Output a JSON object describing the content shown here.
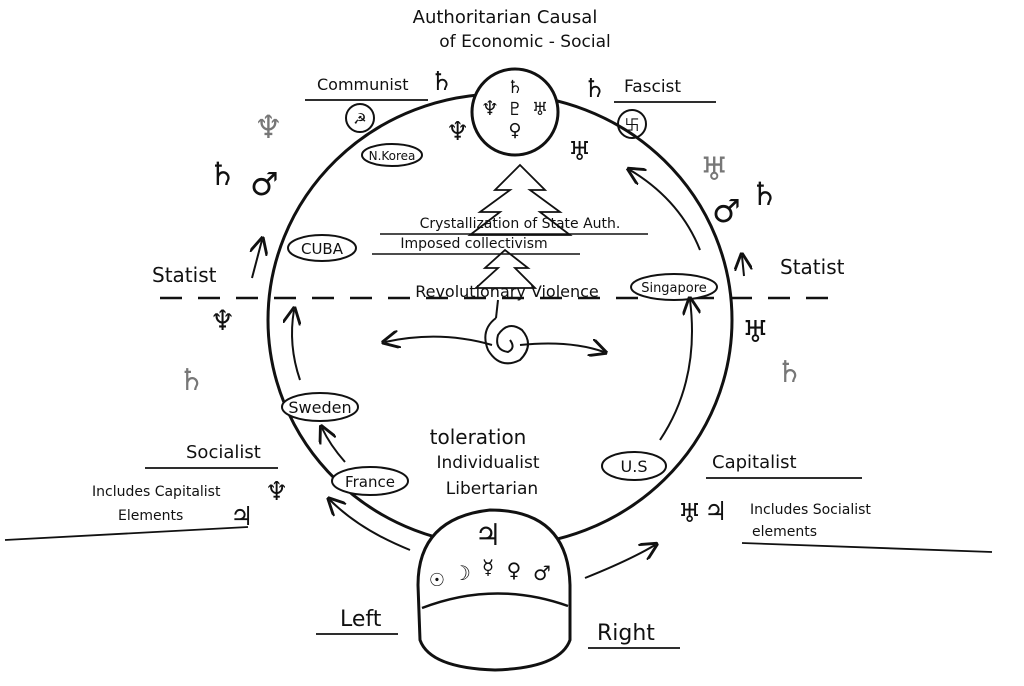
{
  "title": {
    "line1": "Authoritarian Causal",
    "line2": "of Economic - Social"
  },
  "ideologies": {
    "communist": "Communist",
    "fascist": "Fascist",
    "statist_left": "Statist",
    "statist_right": "Statist",
    "socialist": "Socialist",
    "socialist_note_1": "Includes Capitalist",
    "socialist_note_2": "Elements",
    "capitalist": "Capitalist",
    "capitalist_note_1": "Includes Socialist",
    "capitalist_note_2": "elements"
  },
  "countries": {
    "north_korea": "N.Korea",
    "cuba": "CUBA",
    "singapore": "Singapore",
    "sweden": "Sweden",
    "france": "France",
    "us": "U.S"
  },
  "center": {
    "crystallization": "Crystallization of State Auth.",
    "imposed": "Imposed collectivism",
    "revolutionary": "Revolutionary Violence",
    "toleration": "toleration",
    "individualist": "Individualist",
    "libertarian": "Libertarian"
  },
  "directions": {
    "left": "Left",
    "right": "Right"
  },
  "planet_symbols": {
    "top_circle": [
      "♄",
      "♅",
      "♆",
      "♇",
      "♀"
    ],
    "bottom_circle": [
      "♃",
      "☉",
      "☽",
      "☿",
      "♀",
      "♂"
    ],
    "communist_side": [
      "♄",
      "♆",
      "♄",
      "♂"
    ],
    "fascist_side": [
      "♄",
      "♅",
      "♂",
      "♄"
    ],
    "statist_left_side": [
      "♆",
      "♄"
    ],
    "statist_right_side": [
      "♅",
      "♄"
    ],
    "socialist_side": [
      "♆",
      "♃"
    ],
    "capitalist_side": [
      "♅",
      "♃"
    ]
  }
}
